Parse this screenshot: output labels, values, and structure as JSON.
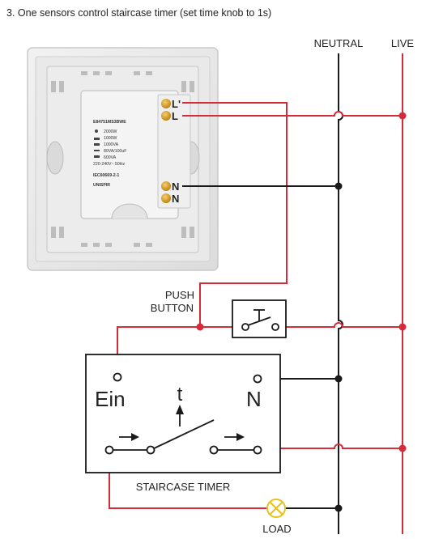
{
  "title": "3. One sensors control staircase timer (set time knob to 1s)",
  "rails": {
    "neutral": "NEUTRAL",
    "live": "LIVE"
  },
  "sensor": {
    "model": "E84751MS3BWE",
    "ratings": [
      "2000W",
      "1000W",
      "1000VA",
      "80VA/100uF",
      "600VA",
      "220-240V~ 50Hz"
    ],
    "standard": "IEC60669-2-1",
    "brand": "UNISPIR",
    "terminals": [
      "L'",
      "L",
      "N",
      "N"
    ]
  },
  "push_button": {
    "line1": "PUSH",
    "line2": "BUTTON"
  },
  "timer": {
    "ein": "Ein",
    "t": "t",
    "n": "N",
    "name": "STAIRCASE TIMER"
  },
  "load": "LOAD",
  "colors": {
    "live": "#d62b38",
    "neutral": "#1a1a1a",
    "terminal": "#d79a1a",
    "lamp": "#e8c21a"
  }
}
